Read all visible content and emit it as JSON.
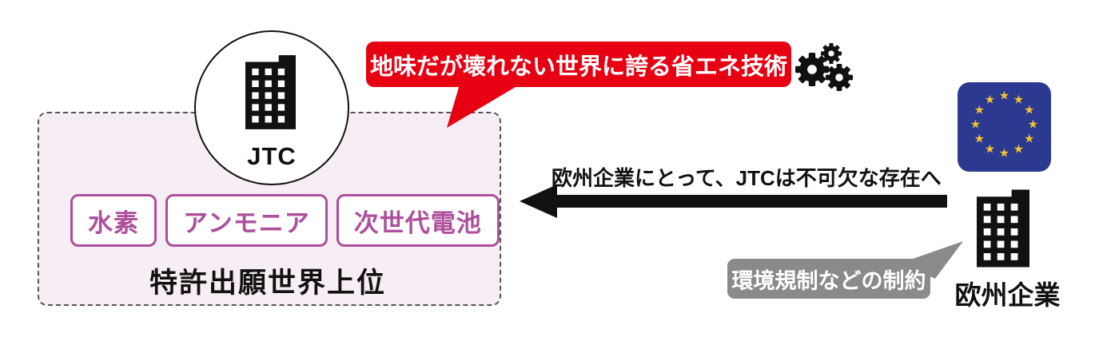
{
  "jtc": {
    "label": "JTC",
    "icon": "building-icon",
    "tags": [
      "水素",
      "アンモニア",
      "次世代電池"
    ],
    "caption": "特許出願世界上位"
  },
  "callout_strength": {
    "text": "地味だが壊れない世界に誇る省エネ技術",
    "bg_color": "#e60012",
    "text_color": "#ffffff",
    "icon": "gears-icon"
  },
  "arrow": {
    "label": "欧州企業にとって、JTCは不可欠な存在へ",
    "direction": "left",
    "color": "#111111"
  },
  "eu": {
    "label": "欧州企業",
    "icon": "building-icon",
    "flag": {
      "name": "eu-flag-icon",
      "bg_color": "#2b3990",
      "star_color": "#f2c230",
      "star_count": 12
    }
  },
  "callout_constraint": {
    "text": "環境規制などの制約",
    "bg_color": "#8a8a8a",
    "text_color": "#ffffff"
  },
  "colors": {
    "jtc_box_bg": "#f7edf4",
    "jtc_box_border": "#555555",
    "tag_accent": "#ad4f9b",
    "icon_black": "#111111"
  }
}
